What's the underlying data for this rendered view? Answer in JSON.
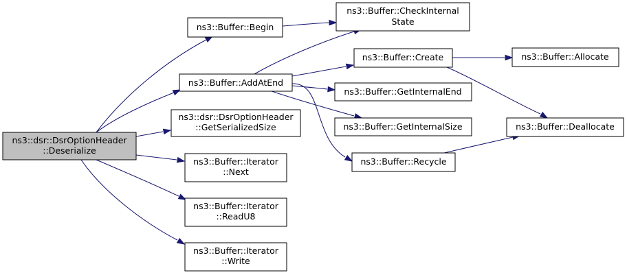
{
  "graph": {
    "colors": {
      "edge": "#191970",
      "root_fill": "#bfbfbf",
      "node_fill": "#ffffff",
      "border": "#000000"
    },
    "nodes": {
      "deserialize": {
        "lines": [
          "ns3::dsr::DsrOptionHeader",
          "::Deserialize"
        ],
        "root": true
      },
      "begin": {
        "lines": [
          "ns3::Buffer::Begin"
        ]
      },
      "addatend": {
        "lines": [
          "ns3::Buffer::AddAtEnd"
        ]
      },
      "getserializedsize": {
        "lines": [
          "ns3::dsr::DsrOptionHeader",
          "::GetSerializedSize"
        ]
      },
      "next": {
        "lines": [
          "ns3::Buffer::Iterator",
          "::Next"
        ]
      },
      "readu8": {
        "lines": [
          "ns3::Buffer::Iterator",
          "::ReadU8"
        ]
      },
      "write": {
        "lines": [
          "ns3::Buffer::Iterator",
          "::Write"
        ]
      },
      "checkinternalstate": {
        "lines": [
          "ns3::Buffer::CheckInternal",
          "State"
        ]
      },
      "create": {
        "lines": [
          "ns3::Buffer::Create"
        ]
      },
      "getinternalend": {
        "lines": [
          "ns3::Buffer::GetInternalEnd"
        ]
      },
      "getinternalsize": {
        "lines": [
          "ns3::Buffer::GetInternalSize"
        ]
      },
      "recycle": {
        "lines": [
          "ns3::Buffer::Recycle"
        ]
      },
      "allocate": {
        "lines": [
          "ns3::Buffer::Allocate"
        ]
      },
      "deallocate": {
        "lines": [
          "ns3::Buffer::Deallocate"
        ]
      }
    },
    "edges": [
      {
        "from": "deserialize",
        "to": "begin"
      },
      {
        "from": "deserialize",
        "to": "addatend"
      },
      {
        "from": "deserialize",
        "to": "getserializedsize"
      },
      {
        "from": "deserialize",
        "to": "next"
      },
      {
        "from": "deserialize",
        "to": "readu8"
      },
      {
        "from": "deserialize",
        "to": "write"
      },
      {
        "from": "begin",
        "to": "checkinternalstate"
      },
      {
        "from": "addatend",
        "to": "checkinternalstate"
      },
      {
        "from": "addatend",
        "to": "create"
      },
      {
        "from": "addatend",
        "to": "getinternalend"
      },
      {
        "from": "addatend",
        "to": "getinternalsize"
      },
      {
        "from": "addatend",
        "to": "recycle"
      },
      {
        "from": "create",
        "to": "allocate"
      },
      {
        "from": "create",
        "to": "deallocate"
      },
      {
        "from": "recycle",
        "to": "deallocate"
      }
    ]
  }
}
